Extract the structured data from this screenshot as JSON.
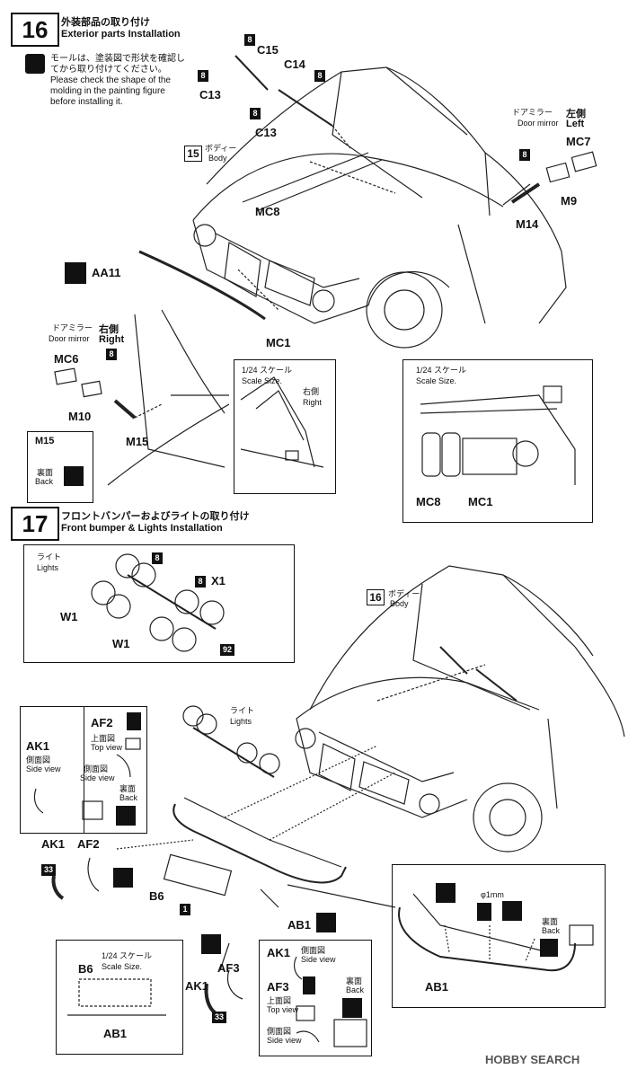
{
  "step16": {
    "number": "16",
    "title_jp": "外装部品の取り付け",
    "title_en": "Exterior parts Installation",
    "note_jp_1": "モールは、塗装図で形状を確認し",
    "note_jp_2": "てから取り付けてください。",
    "note_en_1": "Please check the shape of the",
    "note_en_2": "molding in the painting figure",
    "note_en_3": "before installing it.",
    "body_ref": "15",
    "body_jp": "ボディー",
    "body_en": "Body",
    "parts": {
      "c15": "C15",
      "c14": "C14",
      "c13a": "C13",
      "c13b": "C13",
      "mc7": "MC7",
      "m9": "M9",
      "m14": "M14",
      "mc8": "MC8",
      "aa11": "AA11",
      "mc1": "MC1",
      "mc6": "MC6",
      "m10": "M10",
      "m15a": "M15",
      "m15b": "M15"
    },
    "badge8": "8",
    "mirror_left_jp": "ドアミラー",
    "mirror_left_side_jp": "左側",
    "mirror_left_en": "Door mirror",
    "mirror_left_side_en": "Left",
    "mirror_right_jp": "ドアミラー",
    "mirror_right_side_jp": "右側",
    "mirror_right_en": "Door mirror",
    "mirror_right_side_en": "Right",
    "back_jp": "裏面",
    "back_en": "Back",
    "scale1_jp": "1/24 スケール",
    "scale1_en": "Scale Size.",
    "scale1_side_jp": "右側",
    "scale1_side_en": "Right",
    "scale2_jp": "1/24 スケール",
    "scale2_en": "Scale Size.",
    "scale2_mc8": "MC8",
    "scale2_mc1": "MC1"
  },
  "step17": {
    "number": "17",
    "title_jp": "フロントバンパーおよびライトの取り付け",
    "title_en": "Front bumper & Lights Installation",
    "lights_jp": "ライト",
    "lights_en": "Lights",
    "badge8": "8",
    "x1": "X1",
    "w1a": "W1",
    "w1b": "W1",
    "badge92": "92",
    "body_ref": "16",
    "body_jp": "ボディー",
    "body_en": "Body",
    "lights2_jp": "ライト",
    "lights2_en": "Lights",
    "ak1": "AK1",
    "ak1_side_jp": "側面図",
    "ak1_side_en": "Side view",
    "af2": "AF2",
    "af2_top_jp": "上面図",
    "af2_top_en": "Top view",
    "af2_side_jp": "側面図",
    "af2_side_en": "Side view",
    "back_jp": "裏面",
    "back_en": "Back",
    "ak1_b": "AK1",
    "af2_b": "AF2",
    "badge33a": "33",
    "b6": "B6",
    "badge1": "1",
    "ab1a": "AB1",
    "scale_jp": "1/24 スケール",
    "scale_en": "Scale Size.",
    "scale_b6": "B6",
    "scale_ab1": "AB1",
    "af3": "AF3",
    "ak1_c": "AK1",
    "badge33b": "33",
    "box_ak1": "AK1",
    "box_side_jp": "側面図",
    "box_side_en": "Side view",
    "box_af3": "AF3",
    "box_top_jp": "上面図",
    "box_top_en": "Top view",
    "box_side2_jp": "側面図",
    "box_side2_en": "Side view",
    "box_back_jp": "裏面",
    "box_back_en": "Back",
    "phi": "φ1mm",
    "ab1b": "AB1",
    "back2_jp": "裏面",
    "back2_en": "Back"
  },
  "watermark": "HOBBY SEARCH"
}
